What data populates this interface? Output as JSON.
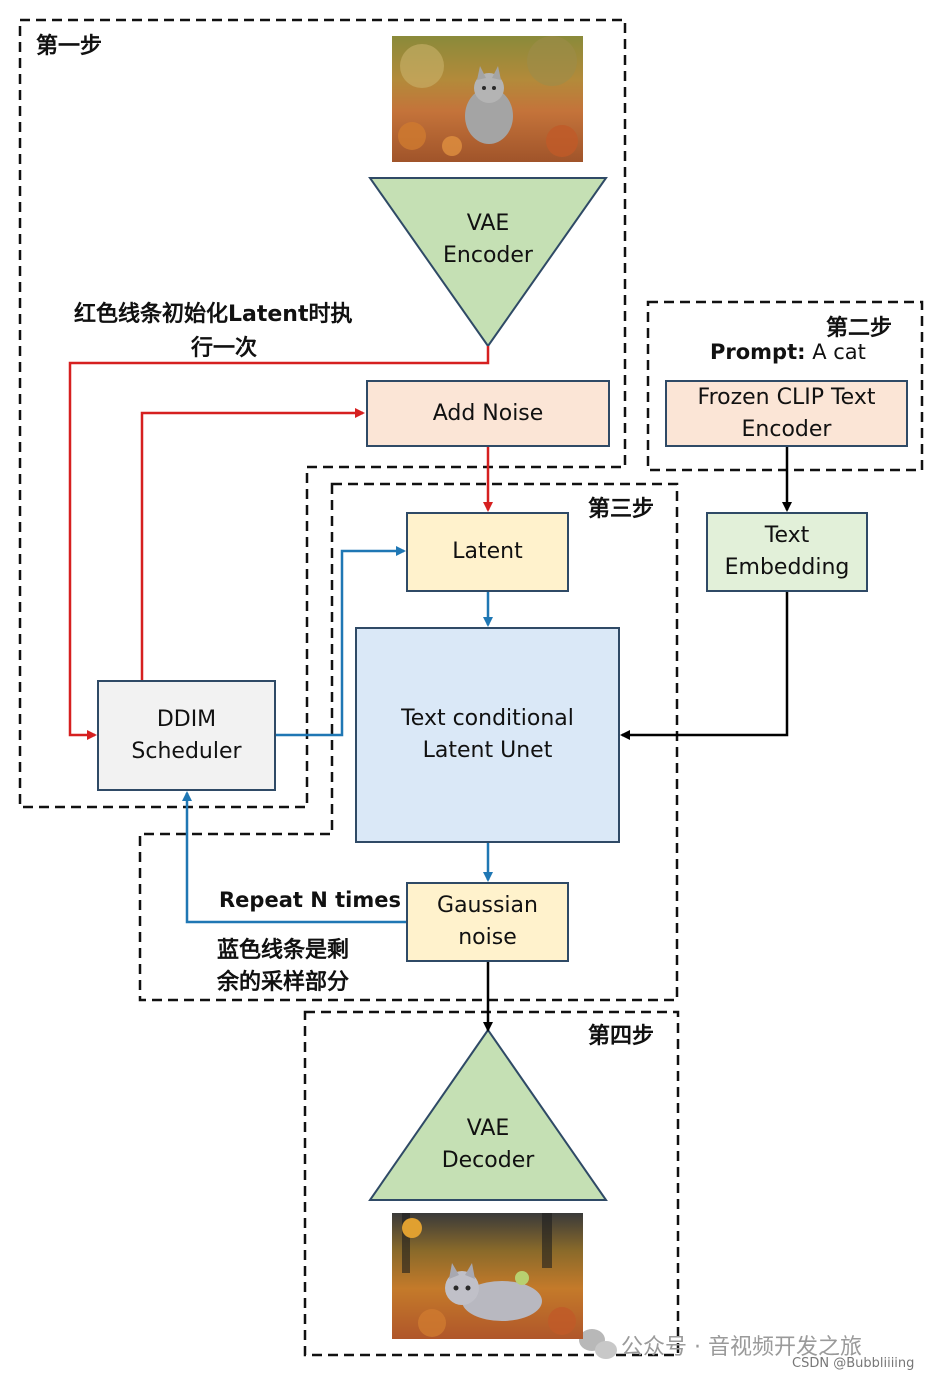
{
  "steps": {
    "step1": "第一步",
    "step2": "第二步",
    "step3": "第三步",
    "step4": "第四步"
  },
  "nodes": {
    "vae_encoder": [
      "VAE",
      "Encoder"
    ],
    "add_noise": "Add Noise",
    "latent": "Latent",
    "unet": [
      "Text conditional",
      "Latent Unet"
    ],
    "ddim": [
      "DDIM",
      "Scheduler"
    ],
    "gaussian": [
      "Gaussian",
      "noise"
    ],
    "vae_decoder": [
      "VAE",
      "Decoder"
    ],
    "clip": [
      "Frozen CLIP Text",
      "Encoder"
    ],
    "text_embedding": [
      "Text",
      "Embedding"
    ]
  },
  "prompt": {
    "label": "Prompt:",
    "value": " A cat"
  },
  "annotations": {
    "red_note": [
      "红色线条初始化Latent时执",
      "行一次"
    ],
    "repeat": "Repeat N times",
    "blue_note": [
      "蓝色线条是剩",
      "余的采样部分"
    ]
  },
  "watermark": {
    "channel": "公众号 · 音视频开发之旅",
    "csdn": "CSDN @Bubbliiiing"
  },
  "colors": {
    "red_line": "#d62020",
    "blue_line": "#1f77b4",
    "black_line": "#000000",
    "vae_fill": "#c5e0b4",
    "add_noise_fill": "#fbe5d6",
    "latent_fill": "#fff2cc",
    "unet_fill": "#dae8f7",
    "ddim_fill": "#f2f2f2",
    "text_embedding_fill": "#e2f0d9"
  }
}
